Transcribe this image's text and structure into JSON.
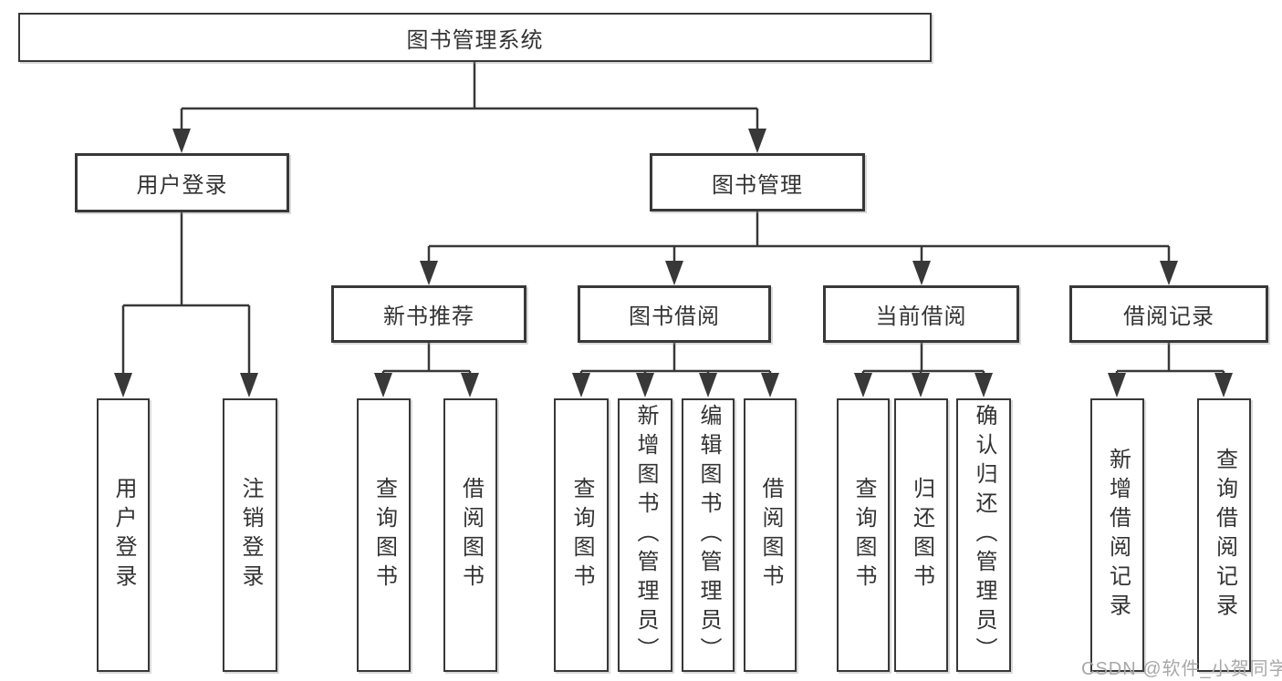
{
  "tree": {
    "label": "图书管理系统",
    "children": [
      {
        "label": "用户登录",
        "children": [
          {
            "label": "用户登录"
          },
          {
            "label": "注销登录"
          }
        ]
      },
      {
        "label": "图书管理",
        "children": [
          {
            "label": "新书推荐",
            "children": [
              {
                "label": "查询图书"
              },
              {
                "label": "借阅图书"
              }
            ]
          },
          {
            "label": "图书借阅",
            "children": [
              {
                "label": "查询图书"
              },
              {
                "label": "新增图书（管理员）"
              },
              {
                "label": "编辑图书（管理员）"
              },
              {
                "label": "借阅图书"
              }
            ]
          },
          {
            "label": "当前借阅",
            "children": [
              {
                "label": "查询图书"
              },
              {
                "label": "归还图书"
              },
              {
                "label": "确认归还（管理员）"
              }
            ]
          },
          {
            "label": "借阅记录",
            "children": [
              {
                "label": "新增借阅记录"
              },
              {
                "label": "查询借阅记录"
              }
            ]
          }
        ]
      }
    ]
  },
  "watermark": "CSDN @软件_小贺同学",
  "colors": {
    "line": "#383838",
    "box_border": "#383838",
    "text": "#333333",
    "background": "#ffffff",
    "watermark": "#a8a8a8"
  }
}
